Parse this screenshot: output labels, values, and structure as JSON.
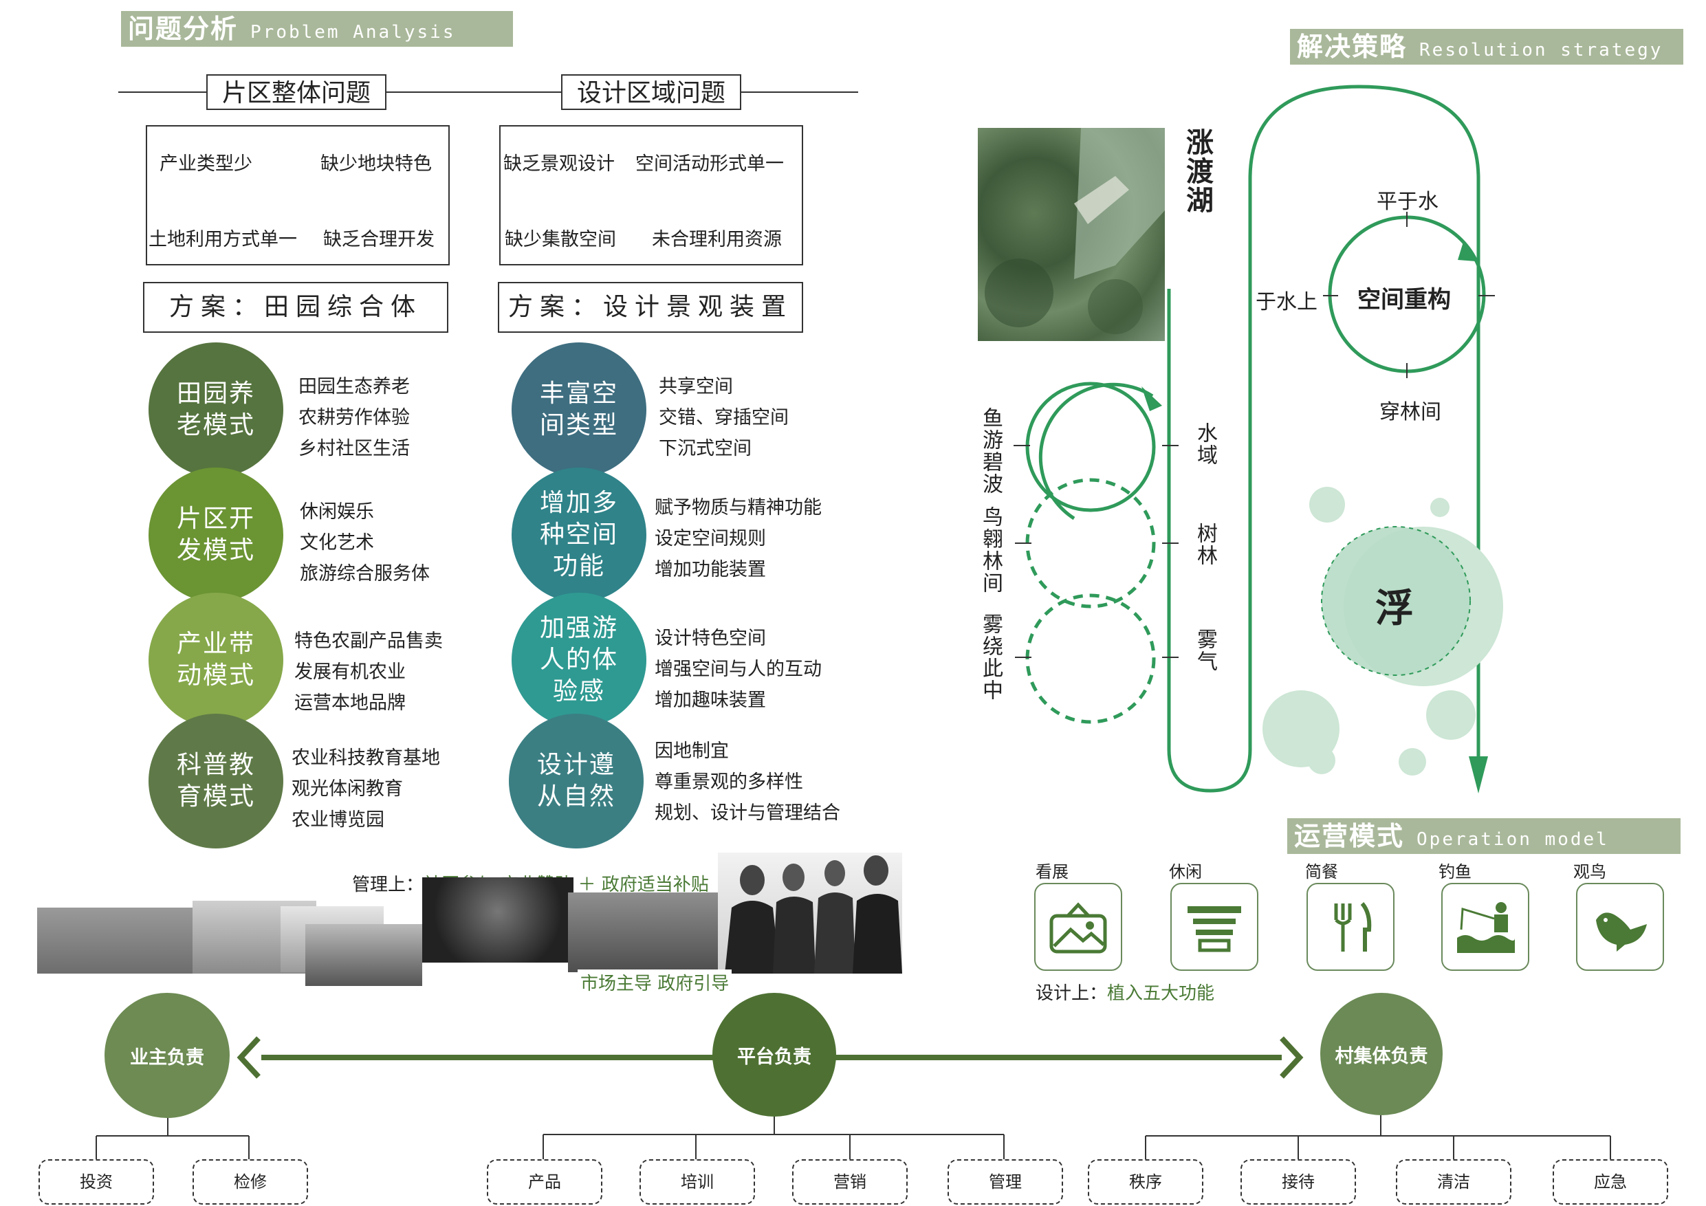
{
  "problem": {
    "header_zh": "问题分析",
    "header_en": "Problem Analysis",
    "left": {
      "title": "片区整体问题",
      "issues": [
        "产业类型少",
        "缺少地块特色",
        "土地利用方式单一",
        "缺乏合理开发"
      ],
      "plan": "方案：田园综合体",
      "modes": [
        {
          "name": "田园养老模式",
          "items": [
            "田园生态养老",
            "农耕劳作体验",
            "乡村社区生活"
          ],
          "color": "#56743f"
        },
        {
          "name": "片区开发模式",
          "items": [
            "休闲娱乐",
            "文化艺术",
            "旅游综合服务体"
          ],
          "color": "#6b9433"
        },
        {
          "name": "产业带动模式",
          "items": [
            "特色农副产品售卖",
            "发展有机农业",
            "运营本地品牌"
          ],
          "color": "#86a84a"
        },
        {
          "name": "科普教育模式",
          "items": [
            "农业科技教育基地",
            "观光体闲教育",
            "农业博览园"
          ],
          "color": "#5f7a48"
        }
      ]
    },
    "right": {
      "title": "设计区域问题",
      "issues": [
        "缺乏景观设计",
        "空间活动形式单一",
        "缺少集散空间",
        "未合理利用资源"
      ],
      "plan": "方案：设计景观装置",
      "modes": [
        {
          "name": "丰富空间类型",
          "items": [
            "共享空间",
            "交错、穿插空间",
            "下沉式空间"
          ],
          "color": "#3e6e80"
        },
        {
          "name": "增加多种空间功能",
          "items": [
            "赋予物质与精神功能",
            "设定空间规则",
            "增加功能装置"
          ],
          "color": "#2f8389"
        },
        {
          "name": "加强游人的体验感",
          "items": [
            "设计特色空间",
            "增强空间与人的互动",
            "增加趣味装置"
          ],
          "color": "#2f9a92"
        },
        {
          "name": "设计遵从自然",
          "items": [
            "因地制宜",
            "尊重景观的多样性",
            "规划、设计与管理结合"
          ],
          "color": "#3b7f83"
        }
      ]
    }
  },
  "strategy": {
    "header_zh": "解决策略",
    "header_en": "Resolution strategy",
    "lake_name": "涨渡湖",
    "left_labels": [
      "鱼游碧波",
      "鸟翱林间",
      "雾绕此中"
    ],
    "right_labels": [
      "水域",
      "树林",
      "雾气"
    ],
    "loop": {
      "center": "空间重构",
      "top": "平于水",
      "left": "于水上",
      "bottom": "穿林间"
    },
    "float_char": "浮"
  },
  "operation": {
    "header_zh": "运营模式",
    "header_en": "Operation model",
    "management_label": "管理上：",
    "management_value": "社区参与 商业赞助 ＋ 政府适当补贴",
    "market_label": "市场主导 政府引导",
    "functions": [
      {
        "label": "看展",
        "icon": "gallery-icon"
      },
      {
        "label": "休闲",
        "icon": "lounge-icon"
      },
      {
        "label": "简餐",
        "icon": "dining-icon"
      },
      {
        "label": "钓鱼",
        "icon": "fishing-icon"
      },
      {
        "label": "观鸟",
        "icon": "bird-icon"
      }
    ],
    "design_label": "设计上：",
    "design_value": "植入五大功能",
    "orgs": [
      {
        "name": "业主负责",
        "children": [
          "投资",
          "检修"
        ]
      },
      {
        "name": "平台负责",
        "children": [
          "产品",
          "培训",
          "营销",
          "管理"
        ]
      },
      {
        "name": "村集体负责",
        "children": [
          "秩序",
          "接待",
          "清洁",
          "应急"
        ]
      }
    ],
    "colors": {
      "org_left": "#6d8b53",
      "org_mid": "#4e7133",
      "org_right": "#6b8a55",
      "arrow": "#4e7133"
    }
  }
}
